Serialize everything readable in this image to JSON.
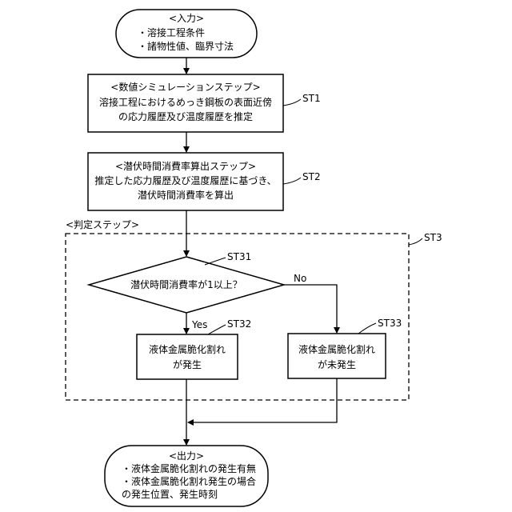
{
  "input": {
    "title": "<入力>",
    "line1": "・溶接工程条件",
    "line2": "・諸物性値、臨界寸法"
  },
  "step1": {
    "title": "<数値シミュレーションステップ>",
    "line1": "溶接工程におけるめっき鋼板の表面近傍",
    "line2": "の応力履歴及び温度履歴を推定",
    "tag": "ST1"
  },
  "step2": {
    "title": "<潜伏時間消費率算出ステップ>",
    "line1": "推定した応力履歴及び温度履歴に基づき、",
    "line2": "潜伏時間消費率を算出",
    "tag": "ST2"
  },
  "judge": {
    "label": "<判定ステップ>",
    "tag": "ST3",
    "decision": {
      "text": "潜伏時間消費率が1以上？",
      "tag": "ST31",
      "yes": "Yes",
      "no": "No"
    },
    "result_yes": {
      "line1": "液体金属脆化割れ",
      "line2": "が発生",
      "tag": "ST32"
    },
    "result_no": {
      "line1": "液体金属脆化割れ",
      "line2": "が未発生",
      "tag": "ST33"
    }
  },
  "output": {
    "title": "<出力>",
    "line1": "・液体金属脆化割れの発生有無",
    "line2": "・液体金属脆化割れ発生の場合",
    "line3": "の発生位置、発生時刻"
  }
}
